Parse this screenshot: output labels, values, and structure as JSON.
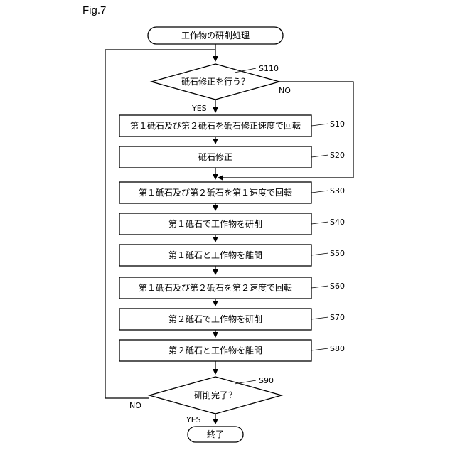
{
  "figure_label": "Fig.7",
  "start": "工作物の研削処理",
  "decision1": {
    "text": "砥石修正を行う？",
    "step": "S110",
    "yes": "YES",
    "no": "NO"
  },
  "steps": [
    {
      "text": "第１砥石及び第２砥石を砥石修正速度で回転",
      "id": "S10"
    },
    {
      "text": "砥石修正",
      "id": "S20"
    },
    {
      "text": "第１砥石及び第２砥石を第１速度で回転",
      "id": "S30"
    },
    {
      "text": "第１砥石で工作物を研削",
      "id": "S40"
    },
    {
      "text": "第１砥石と工作物を離間",
      "id": "S50"
    },
    {
      "text": "第１砥石及び第２砥石を第２速度で回転",
      "id": "S60"
    },
    {
      "text": "第２砥石で工作物を研削",
      "id": "S70"
    },
    {
      "text": "第２砥石と工作物を離間",
      "id": "S80"
    }
  ],
  "decision2": {
    "text": "研削完了？",
    "step": "S90",
    "yes": "YES",
    "no": "NO"
  },
  "end": "終了"
}
